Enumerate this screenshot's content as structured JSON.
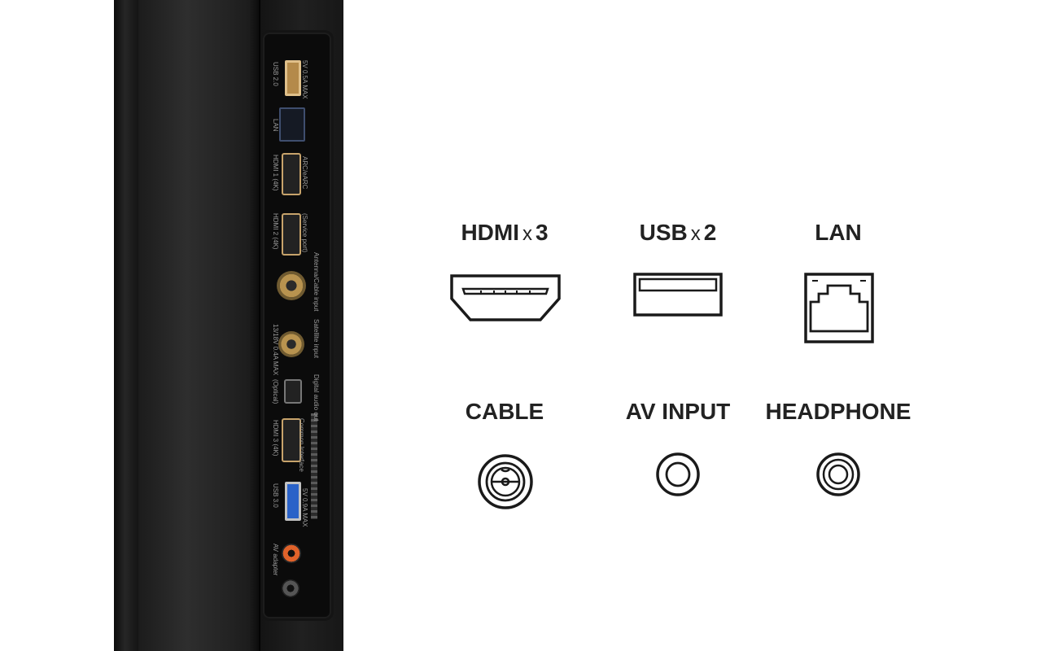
{
  "features": {
    "hdmi": {
      "label": "HDMI",
      "multiplier": "x",
      "count": "3",
      "icon": "hdmi-port-icon"
    },
    "usb": {
      "label": "USB",
      "multiplier": "x",
      "count": "2",
      "icon": "usb-port-icon"
    },
    "lan": {
      "label": "LAN",
      "icon": "lan-port-icon"
    },
    "cable": {
      "label": "CABLE",
      "icon": "coax-cable-icon"
    },
    "av_input": {
      "label": "AV INPUT",
      "icon": "av-jack-icon"
    },
    "headphone": {
      "label": "HEADPHONE",
      "icon": "headphone-jack-icon"
    }
  },
  "tv_panel_labels": {
    "usb2": "USB 2.0",
    "usb2_rating": "5V 0.5A MAX",
    "lan": "LAN",
    "hdmi1": "HDMI 1 (4K)",
    "hdmi1_sub": "ARC/eARC",
    "hdmi2": "HDMI 2 (4K)",
    "hdmi2_sub": "(Service port)",
    "antenna": "Antenna/Cable input",
    "satellite": "Satellite input",
    "satellite_rating": "13/18V 0.4A MAX",
    "digital_audio": "Digital audio out",
    "optical": "(Optical)",
    "hdmi3": "HDMI 3 (4K)",
    "common_interface": "Common Interface",
    "usb3": "USB 3.0",
    "usb3_rating": "5V 0.9A MAX",
    "av_adapter": "AV adapter"
  },
  "colors": {
    "text": "#222222",
    "icon_stroke": "#1a1a1a",
    "port_gold": "#c7a36b",
    "usb3_blue": "#2a62c8",
    "av_orange": "#e0622a"
  }
}
